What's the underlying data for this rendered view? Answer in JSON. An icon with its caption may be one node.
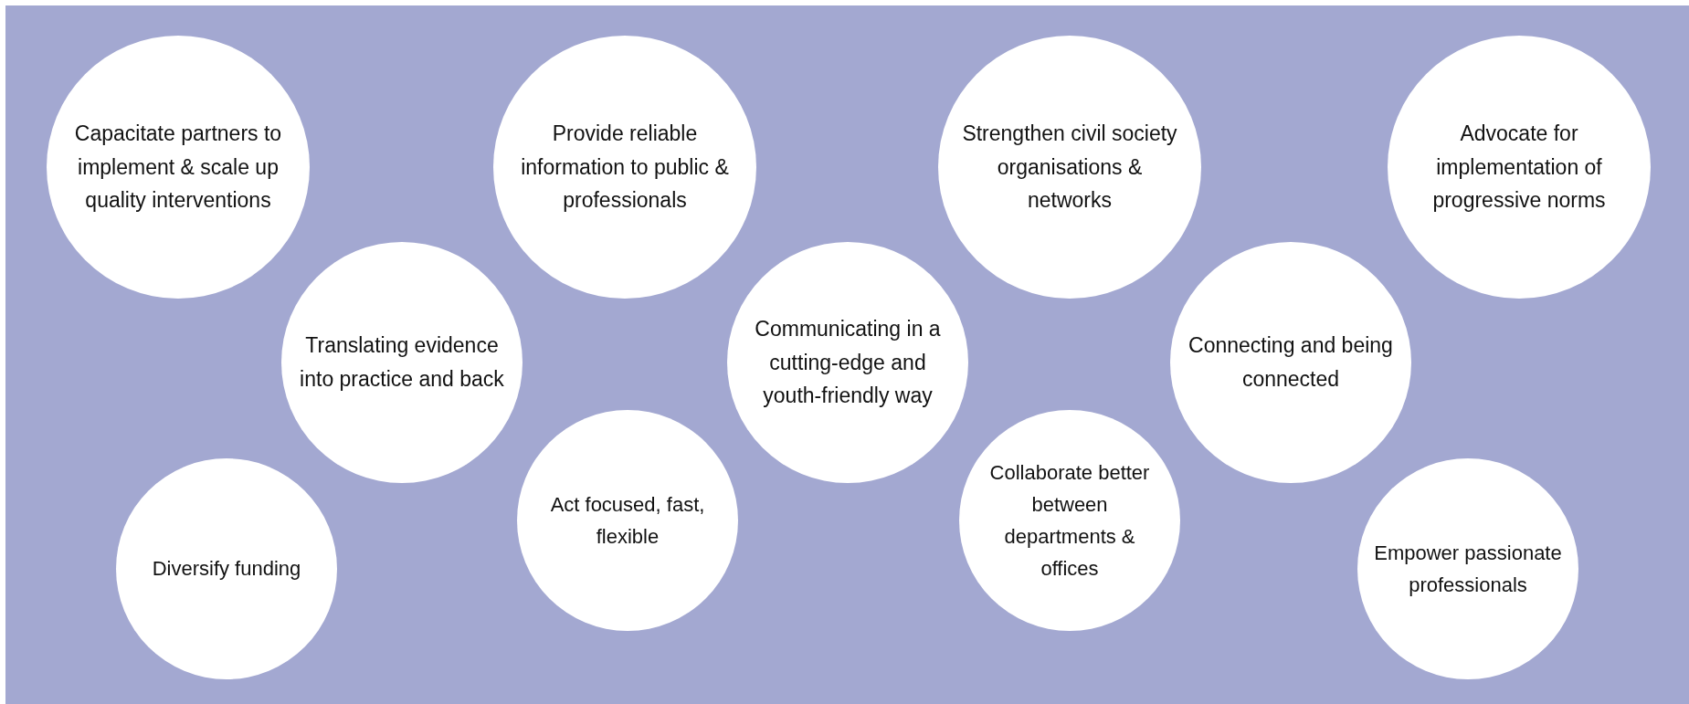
{
  "diagram": {
    "nodes": [
      {
        "text": [
          "Capacitate partners to implement & scale up quality interventions"
        ]
      },
      {
        "text": [
          "Provide reliable information to public & professionals"
        ]
      },
      {
        "text": [
          "Strengthen civil society organisations & networks"
        ]
      },
      {
        "text": [
          "Advocate for implementation of progressive norms"
        ]
      },
      {
        "text": [
          "Translating evidence into practice and back"
        ]
      },
      {
        "text": [
          "Communicating in a cutting-edge and youth-friendly way"
        ]
      },
      {
        "text": [
          "Connecting and being connected"
        ]
      },
      {
        "text": [
          "Act focused, fast, flexible"
        ]
      },
      {
        "text": [
          "Collaborate better between departments & offices"
        ]
      },
      {
        "text": [
          "Diversify funding"
        ]
      },
      {
        "text": [
          "Empower passionate professionals"
        ]
      }
    ]
  }
}
